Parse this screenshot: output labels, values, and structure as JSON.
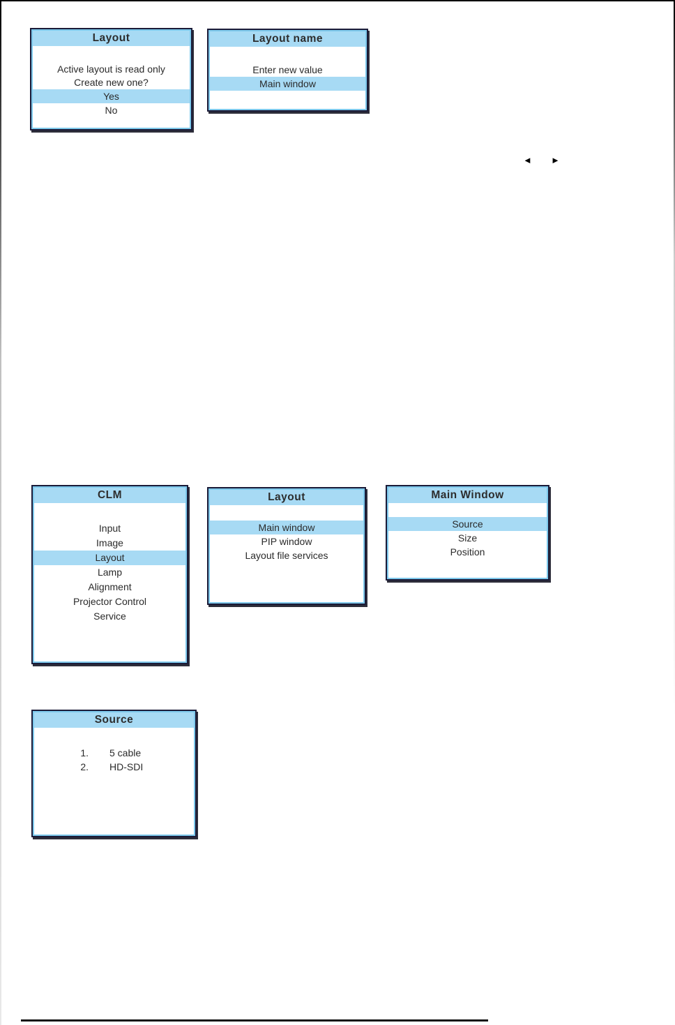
{
  "colors": {
    "highlight_blue": "#a7daf4",
    "inner_border_blue": "#7ec9ec",
    "outer_border": "#1b1b38"
  },
  "icons": {
    "prev_arrow": "◄",
    "next_arrow": "►"
  },
  "dialogs": {
    "layout_confirm": {
      "title": "Layout",
      "message_lines": [
        "Active layout is read only",
        "Create new one?"
      ],
      "options": [
        {
          "label": "Yes",
          "selected": true
        },
        {
          "label": "No",
          "selected": false
        }
      ]
    },
    "layout_name": {
      "title": "Layout name",
      "prompt": "Enter new value",
      "value": "Main window"
    }
  },
  "menus": {
    "clm": {
      "title": "CLM",
      "items": [
        {
          "label": "Input",
          "selected": false
        },
        {
          "label": "Image",
          "selected": false
        },
        {
          "label": "Layout",
          "selected": true
        },
        {
          "label": "Lamp",
          "selected": false
        },
        {
          "label": "Alignment",
          "selected": false
        },
        {
          "label": "Projector Control",
          "selected": false
        },
        {
          "label": "Service",
          "selected": false
        }
      ]
    },
    "layout": {
      "title": "Layout",
      "items": [
        {
          "label": "Main window",
          "selected": true
        },
        {
          "label": "PIP window",
          "selected": false
        },
        {
          "label": "Layout file services",
          "selected": false
        }
      ]
    },
    "main_window": {
      "title": "Main Window",
      "items": [
        {
          "label": "Source",
          "selected": true
        },
        {
          "label": "Size",
          "selected": false
        },
        {
          "label": "Position",
          "selected": false
        }
      ]
    },
    "source": {
      "title": "Source",
      "items": [
        {
          "number": "1.",
          "label": "5 cable"
        },
        {
          "number": "2.",
          "label": "HD-SDI"
        }
      ]
    }
  }
}
